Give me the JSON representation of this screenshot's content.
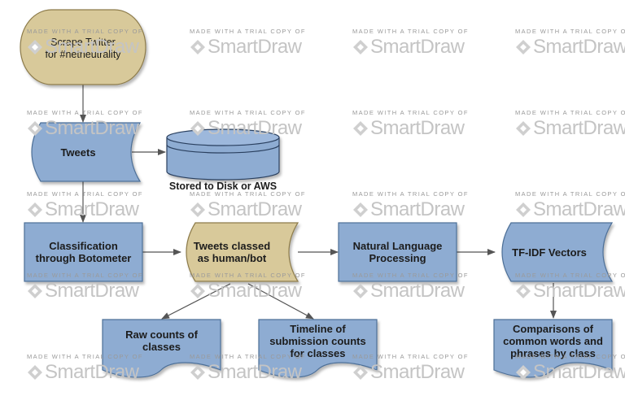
{
  "colors": {
    "blue_fill": "#8eacd2",
    "blue_stroke": "#4e6f97",
    "tan_fill": "#d8c99a",
    "tan_stroke": "#8d7b4b",
    "arrow": "#555555"
  },
  "watermark": {
    "line1": "MADE WITH A TRIAL COPY OF",
    "brand": "SmartDraw",
    "icon": "smartdraw-diamond-icon"
  },
  "nodes": {
    "scrape": {
      "line1": "Scrape Twitter",
      "line2": "for #netneutrality"
    },
    "tweets": {
      "label": "Tweets"
    },
    "stored": {
      "label": "Stored to Disk or AWS"
    },
    "classification": {
      "line1": "Classification",
      "line2": "through Botometer"
    },
    "classed": {
      "line1": "Tweets classed",
      "line2": "as human/bot"
    },
    "nlp": {
      "line1": "Natural Language",
      "line2": "Processing"
    },
    "tfidf": {
      "label": "TF-IDF Vectors"
    },
    "raw_counts": {
      "line1": "Raw counts of",
      "line2": "classes"
    },
    "timeline": {
      "line1": "Timeline of",
      "line2": "submission counts",
      "line3": "for classes"
    },
    "comparisons": {
      "line1": "Comparisons of",
      "line2": "common words and",
      "line3": "phrases by class"
    }
  },
  "edges": [
    {
      "from": "scrape",
      "to": "tweets"
    },
    {
      "from": "tweets",
      "to": "stored"
    },
    {
      "from": "tweets",
      "to": "classification"
    },
    {
      "from": "classification",
      "to": "classed"
    },
    {
      "from": "classed",
      "to": "nlp"
    },
    {
      "from": "nlp",
      "to": "tfidf"
    },
    {
      "from": "classed",
      "to": "raw_counts"
    },
    {
      "from": "classed",
      "to": "timeline"
    },
    {
      "from": "tfidf",
      "to": "comparisons"
    }
  ]
}
